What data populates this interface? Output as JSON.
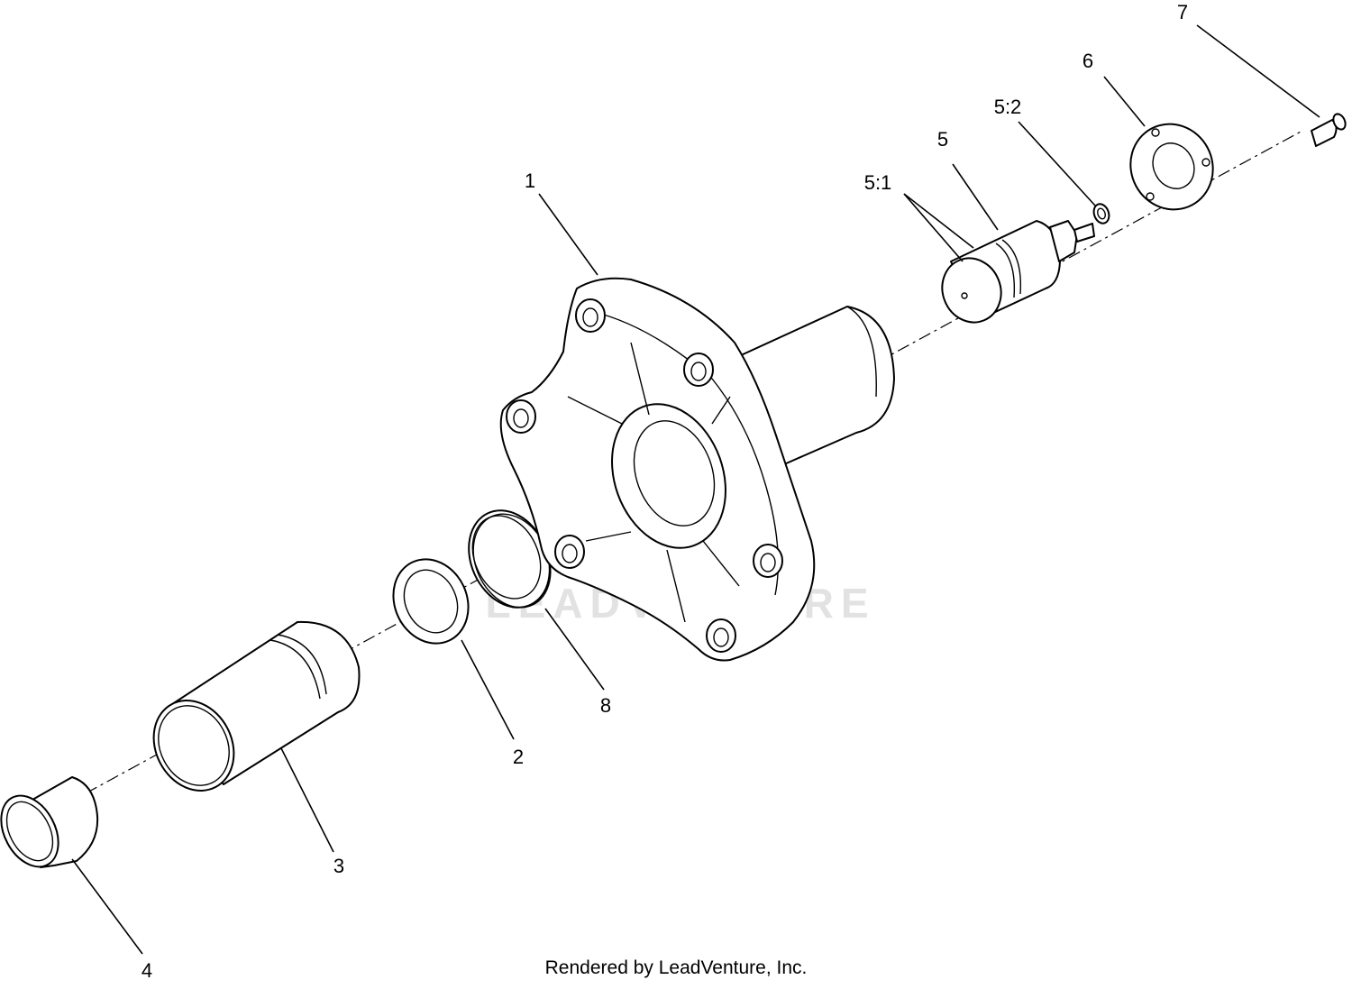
{
  "diagram": {
    "type": "exploded-parts-view",
    "watermark": "LEADVENTURE",
    "callouts": [
      {
        "id": "1",
        "label": "1"
      },
      {
        "id": "2",
        "label": "2"
      },
      {
        "id": "3",
        "label": "3"
      },
      {
        "id": "4",
        "label": "4"
      },
      {
        "id": "5",
        "label": "5"
      },
      {
        "id": "5-1",
        "label": "5:1"
      },
      {
        "id": "5-2",
        "label": "5:2"
      },
      {
        "id": "6",
        "label": "6"
      },
      {
        "id": "7",
        "label": "7"
      },
      {
        "id": "8",
        "label": "8"
      }
    ]
  },
  "footer": {
    "text": "Rendered by LeadVenture, Inc."
  }
}
